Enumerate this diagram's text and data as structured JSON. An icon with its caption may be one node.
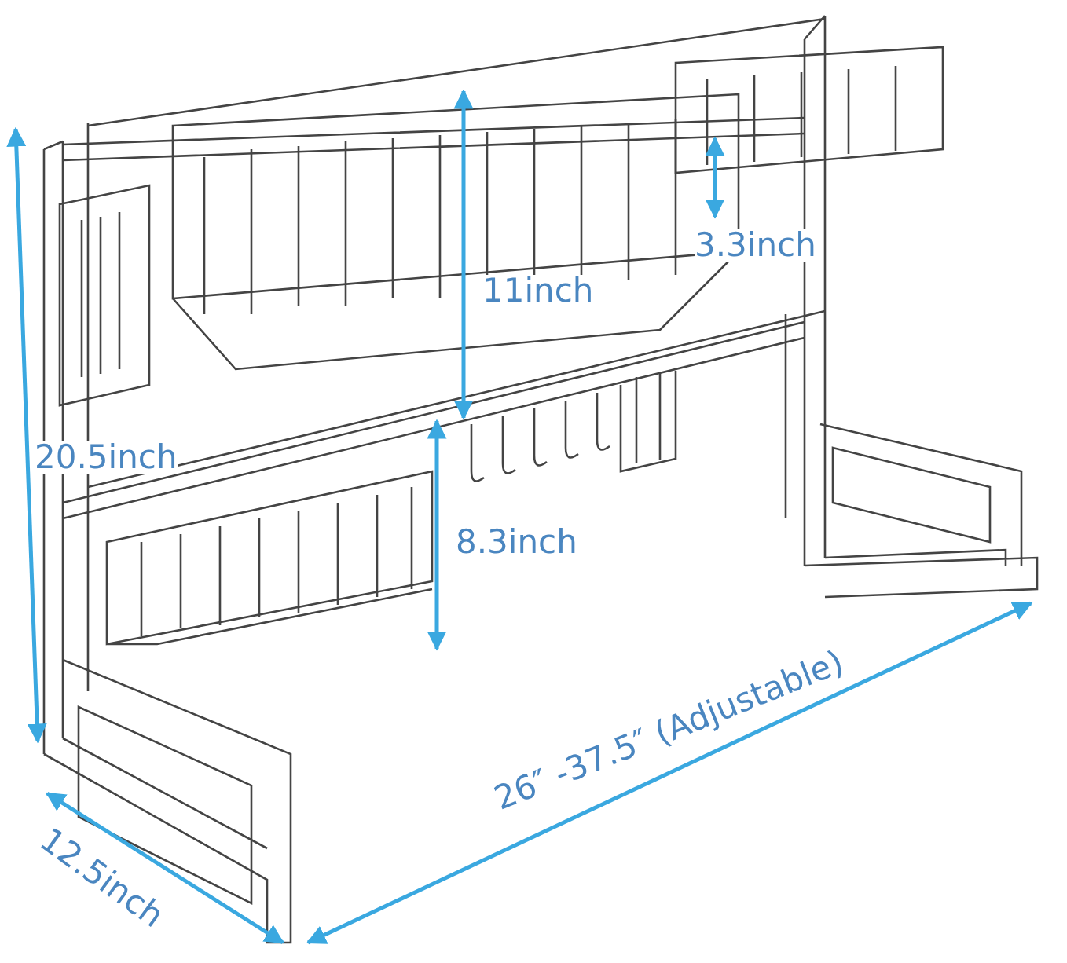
{
  "diagram": {
    "labels": [
      "3.3inch",
      "11inch",
      "20.5inch",
      "8.3inch",
      "26″ -37.5″ (Adjustable)",
      "12.5inch"
    ]
  }
}
